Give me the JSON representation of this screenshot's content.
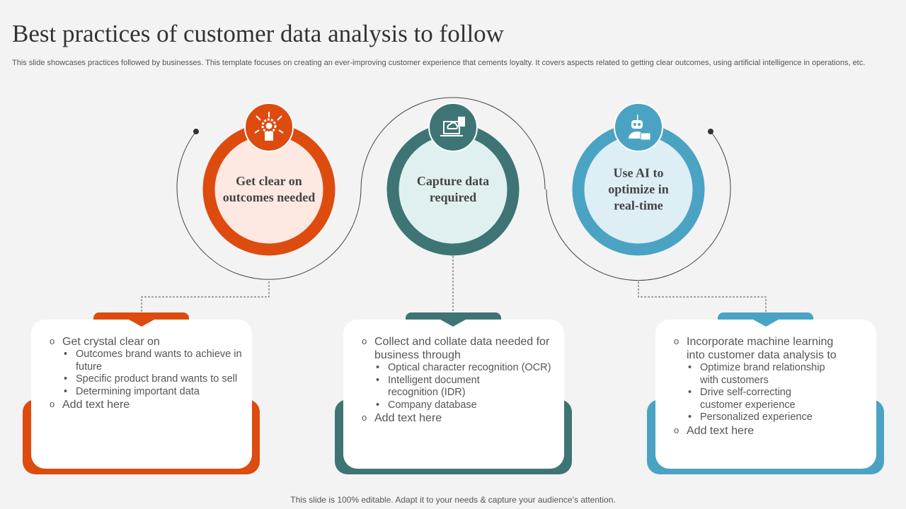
{
  "title": "Best practices of customer data analysis to follow",
  "subtitle": "This slide showcases practices followed by businesses. This template focuses on creating an ever-improving customer experience that cements loyalty. It covers aspects related to getting clear outcomes, using artificial intelligence in operations, etc.",
  "colors": {
    "orange": "#DD4B0E",
    "teal": "#3E7574",
    "blue": "#4BA3C3"
  },
  "steps": [
    {
      "label": "Get clear on outcomes needed",
      "icon": "goal-gear-person-icon",
      "items": [
        {
          "text": "Get crystal clear on",
          "sub": [
            "Outcomes brand wants to achieve in future",
            "Specific product brand wants to sell",
            "Determining important data"
          ]
        },
        {
          "text": "Add text here",
          "sub": []
        }
      ]
    },
    {
      "label": "Capture data required",
      "icon": "cloud-data-laptop-icon",
      "items": [
        {
          "text": "Collect and collate data needed for business through",
          "sub": [
            "Optical character recognition (OCR)",
            "Intelligent document recognition (IDR)",
            "Company database"
          ]
        },
        {
          "text": "Add text here",
          "sub": []
        }
      ]
    },
    {
      "label": "Use AI to optimize in real-time",
      "icon": "robot-chat-icon",
      "items": [
        {
          "text": "Incorporate machine learning into customer data analysis to",
          "sub": [
            "Optimize brand relationship with customers",
            "Drive self-correcting customer experience",
            "Personalized experience"
          ]
        },
        {
          "text": "Add text here",
          "sub": []
        }
      ]
    }
  ],
  "footer": "This slide is 100% editable. Adapt it to your needs & capture your audience’s attention."
}
